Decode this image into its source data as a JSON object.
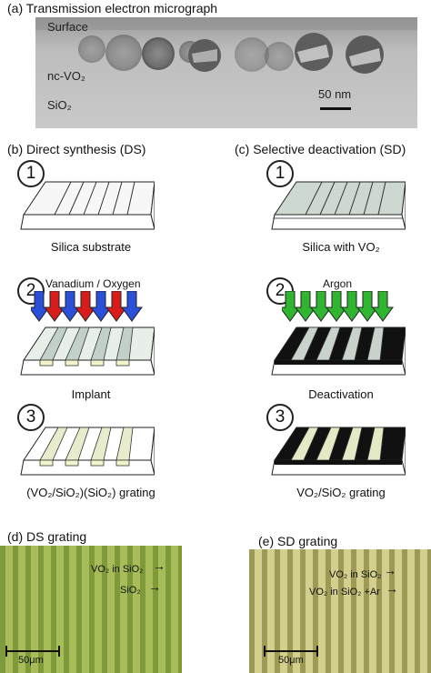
{
  "panel_a": {
    "title": "(a) Transmission electron micrograph",
    "labels": {
      "surface": "Surface",
      "nc_vo2": "nc-VO₂",
      "sio2": "SiO₂"
    },
    "scale_bar": "50 nm"
  },
  "panel_b": {
    "title": "(b) Direct synthesis (DS)",
    "steps": [
      {
        "number": "1",
        "caption": "Silica substrate"
      },
      {
        "number": "2",
        "beam_label": "Vanadium / Oxygen",
        "caption": "Implant"
      },
      {
        "number": "3",
        "caption": "(VO₂/SiO₂)(SiO₂) grating"
      }
    ]
  },
  "panel_c": {
    "title": "(c) Selective deactivation (SD)",
    "steps": [
      {
        "number": "1",
        "caption": "Silica with VO₂"
      },
      {
        "number": "2",
        "beam_label": "Argon",
        "caption": "Deactivation"
      },
      {
        "number": "3",
        "caption": "VO₂/SiO₂ grating"
      }
    ]
  },
  "panel_d": {
    "title": "(d) DS grating",
    "arrow_labels": [
      "VO₂ in SiO₂",
      "SiO₂"
    ],
    "scale_bar": "50μm"
  },
  "panel_e": {
    "title": "(e) SD grating",
    "arrow_labels": [
      "VO₂ in SiO₂",
      "VO₂ in SiO₂ +Ar"
    ],
    "scale_bar": "50μm"
  },
  "colors": {
    "vanadium_arrow": "#2a4fd8",
    "oxygen_arrow": "#d81c1c",
    "argon_arrow": "#2fb52f",
    "vo2_stripe": "#c3d0c8",
    "ds_photo": "#9ab24e",
    "sd_photo": "#c7c47c"
  }
}
